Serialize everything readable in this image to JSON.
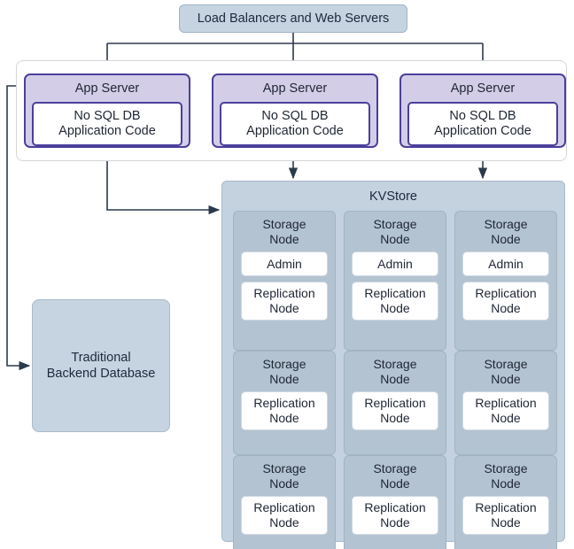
{
  "diagram": {
    "title": "NoSQL KVStore deployment architecture",
    "colors": {
      "box_blue_fill": "#c6d4e1",
      "box_blue_border": "#9fb3c6",
      "app_server_fill": "#d3cde8",
      "app_server_border": "#4b3f9b",
      "kvstore_fill": "#c3d2de",
      "storage_node_fill": "#b3c3d1",
      "chip_fill": "#ffffff",
      "connector": "#2b3a4a",
      "container_border": "#d6d6d6"
    }
  },
  "load_balancer": {
    "label": "Load Balancers and Web Servers"
  },
  "app_tier": {
    "servers": [
      {
        "title": "App Server",
        "inner": "No SQL DB\nApplication Code"
      },
      {
        "title": "App Server",
        "inner": "No SQL DB\nApplication Code"
      },
      {
        "title": "App Server",
        "inner": "No SQL DB\nApplication Code"
      }
    ]
  },
  "backend_database": {
    "label": "Traditional\nBackend Database"
  },
  "kvstore": {
    "title": "KVStore",
    "storage_nodes": [
      {
        "title": "Storage\nNode",
        "components": [
          "Admin",
          "Replication\nNode"
        ]
      },
      {
        "title": "Storage\nNode",
        "components": [
          "Admin",
          "Replication\nNode"
        ]
      },
      {
        "title": "Storage\nNode",
        "components": [
          "Admin",
          "Replication\nNode"
        ]
      },
      {
        "title": "Storage\nNode",
        "components": [
          "Replication\nNode"
        ]
      },
      {
        "title": "Storage\nNode",
        "components": [
          "Replication\nNode"
        ]
      },
      {
        "title": "Storage\nNode",
        "components": [
          "Replication\nNode"
        ]
      },
      {
        "title": "Storage\nNode",
        "components": [
          "Replication\nNode"
        ]
      },
      {
        "title": "Storage\nNode",
        "components": [
          "Replication\nNode"
        ]
      },
      {
        "title": "Storage\nNode",
        "components": [
          "Replication\nNode"
        ]
      }
    ]
  },
  "connectors": [
    {
      "from": "load-balancer",
      "to": "app-server-1",
      "style": "arrow"
    },
    {
      "from": "load-balancer",
      "to": "app-server-2",
      "style": "arrow"
    },
    {
      "from": "load-balancer",
      "to": "app-server-3",
      "style": "arrow"
    },
    {
      "from": "app-server-1",
      "to": "kvstore",
      "style": "arrow"
    },
    {
      "from": "app-server-2",
      "to": "kvstore",
      "style": "arrow"
    },
    {
      "from": "app-server-3",
      "to": "kvstore",
      "style": "arrow"
    },
    {
      "from": "app-server-1",
      "to": "backend-database",
      "style": "arrow"
    }
  ]
}
